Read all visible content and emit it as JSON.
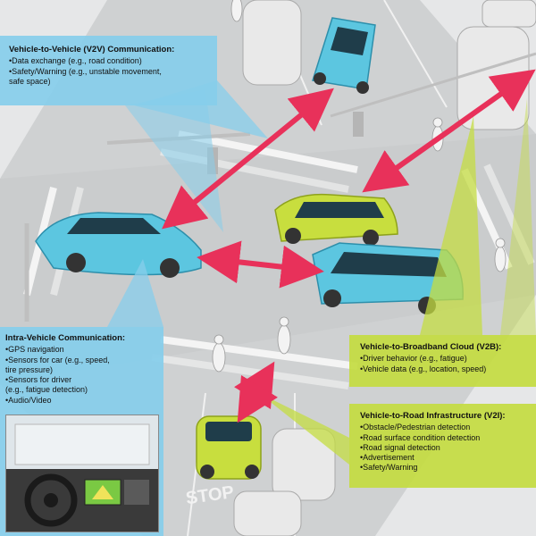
{
  "v2v": {
    "title": "Vehicle-to-Vehicle (V2V) Communication:",
    "items": [
      "•Data exchange (e.g., road condition)",
      "•Safety/Warning (e.g., unstable movement,\n   safe space)"
    ]
  },
  "intra": {
    "title": "Intra-Vehicle Communication:",
    "items": [
      "•GPS navigation",
      "•Sensors for car (e.g., speed,\n   tire pressure)",
      "•Sensors for driver\n   (e.g., fatigue detection)",
      "•Audio/Video"
    ]
  },
  "v2b": {
    "title": "Vehicle-to-Broadband Cloud (V2B):",
    "items": [
      "•Driver behavior (e.g., fatigue)",
      "•Vehicle data (e.g., location, speed)"
    ]
  },
  "v2i": {
    "title": "Vehicle-to-Road Infrastructure (V2I):",
    "items": [
      "•Obstacle/Pedestrian detection",
      "•Road surface condition detection",
      "•Road signal detection",
      "•Advertisement",
      "•Safety/Warning"
    ]
  },
  "road_text": "STOP",
  "colors": {
    "arrow": "#e8315a",
    "blue_box": "#87ceeb",
    "green_box": "#c4dc42",
    "road": "#cfd1d2",
    "car_blue": "#5cc6e0",
    "car_green": "#c8de3e"
  }
}
